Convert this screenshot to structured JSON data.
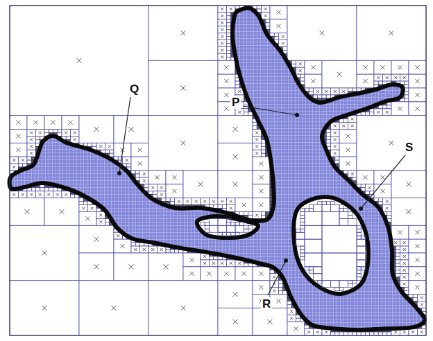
{
  "diagram": {
    "labels": [
      "Q",
      "P",
      "S",
      "R"
    ]
  }
}
